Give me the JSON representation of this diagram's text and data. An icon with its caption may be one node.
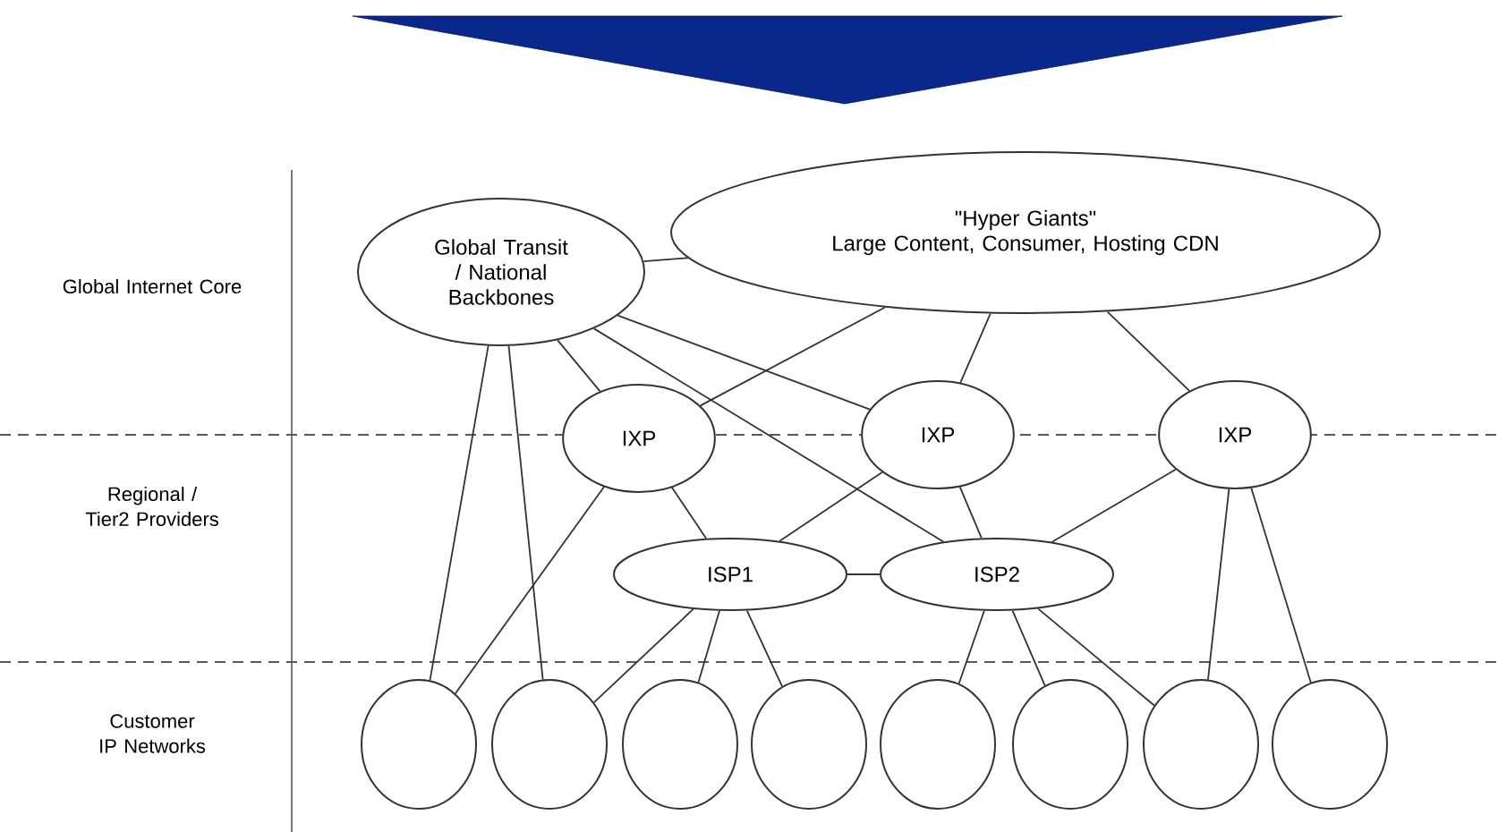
{
  "diagram": {
    "nodes": [
      {
        "text": [
          "Global Transit / National Backbones"
        ]
      },
      {
        "text": [
          "\"Hyper Giants\"",
          "Large Content, Consumer, Hosting CDN"
        ]
      },
      {
        "text": [
          "IXP"
        ]
      },
      {
        "text": [
          "IXP"
        ]
      },
      {
        "text": [
          "IXP"
        ]
      },
      {
        "text": [
          "ISP1"
        ]
      },
      {
        "text": [
          "ISP2"
        ]
      },
      {
        "text": [],
        "shape": "circle"
      },
      {
        "text": [],
        "shape": "circle"
      },
      {
        "text": [],
        "shape": "circle"
      },
      {
        "text": [],
        "shape": "circle"
      },
      {
        "text": [],
        "shape": "circle"
      },
      {
        "text": [],
        "shape": "circle"
      },
      {
        "text": [],
        "shape": "circle"
      },
      {
        "text": [],
        "shape": "circle"
      }
    ],
    "edges": [
      {
        "from": 0,
        "to": 1,
        "arrow": "none"
      },
      {
        "from": 0,
        "to": 2,
        "arrow": "none"
      },
      {
        "from": 0,
        "to": 3,
        "arrow": "none"
      },
      {
        "from": 0,
        "to": 6,
        "arrow": "none"
      },
      {
        "from": 0,
        "to": 7,
        "arrow": "none"
      },
      {
        "from": 0,
        "to": 8,
        "arrow": "none"
      },
      {
        "from": 1,
        "to": 2,
        "arrow": "none"
      },
      {
        "from": 1,
        "to": 3,
        "arrow": "none"
      },
      {
        "from": 1,
        "to": 4,
        "arrow": "none"
      },
      {
        "from": 2,
        "to": 5,
        "arrow": "none"
      },
      {
        "from": 2,
        "to": 7,
        "arrow": "none"
      },
      {
        "from": 3,
        "to": 5,
        "arrow": "none"
      },
      {
        "from": 3,
        "to": 6,
        "arrow": "none"
      },
      {
        "from": 4,
        "to": 6,
        "arrow": "none"
      },
      {
        "from": 4,
        "to": 13,
        "arrow": "none"
      },
      {
        "from": 4,
        "to": 14,
        "arrow": "none"
      },
      {
        "from": 5,
        "to": 6,
        "arrow": "none"
      },
      {
        "from": 5,
        "to": 8,
        "arrow": "none"
      },
      {
        "from": 5,
        "to": 9,
        "arrow": "none"
      },
      {
        "from": 5,
        "to": 10,
        "arrow": "none"
      },
      {
        "from": 6,
        "to": 11,
        "arrow": "none"
      },
      {
        "from": 6,
        "to": 12,
        "arrow": "none"
      },
      {
        "from": 6,
        "to": 13,
        "arrow": "none"
      }
    ],
    "labels": [
      "Global Internet Core",
      "Regional / Tier2 Providers",
      "Customer IP Networks"
    ]
  }
}
